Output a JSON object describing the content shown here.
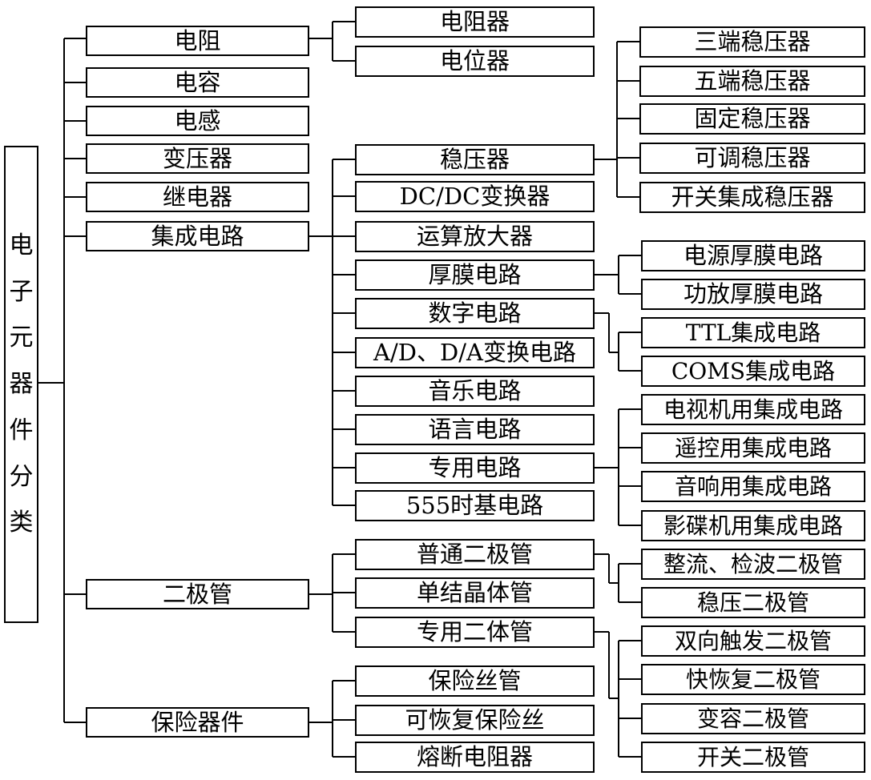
{
  "title_chars": [
    "电",
    "子",
    "元",
    "器",
    "件",
    "分",
    "类"
  ],
  "level1": {
    "resistor": "电阻",
    "capacitor": "电容",
    "inductor": "电感",
    "transformer": "变压器",
    "relay": "继电器",
    "ic": "集成电路",
    "diode": "二极管",
    "fuse": "保险器件"
  },
  "resistor_children": [
    "电阻器",
    "电位器"
  ],
  "ic_children": [
    "稳压器",
    "DC/DC变换器",
    "运算放大器",
    "厚膜电路",
    "数字电路",
    "A/D、D/A变换电路",
    "音乐电路",
    "语言电路",
    "专用电路",
    "555时基电路"
  ],
  "regulator_children": [
    "三端稳压器",
    "五端稳压器",
    "固定稳压器",
    "可调稳压器",
    "开关集成稳压器"
  ],
  "thickfilm_children": [
    "电源厚膜电路",
    "功放厚膜电路"
  ],
  "digital_children": [
    "TTL集成电路",
    "COMS集成电路"
  ],
  "special_children": [
    "电视机用集成电路",
    "遥控用集成电路",
    "音响用集成电路",
    "影碟机用集成电路"
  ],
  "diode_children": [
    "普通二极管",
    "单结晶体管",
    "专用二体管"
  ],
  "normal_diode_children": [
    "整流、检波二极管",
    "稳压二极管"
  ],
  "special_diode_children": [
    "双向触发二极管",
    "快恢复二极管",
    "变容二极管",
    "开关二极管"
  ],
  "fuse_children": [
    "保险丝管",
    "可恢复保险丝",
    "熔断电阻器"
  ]
}
